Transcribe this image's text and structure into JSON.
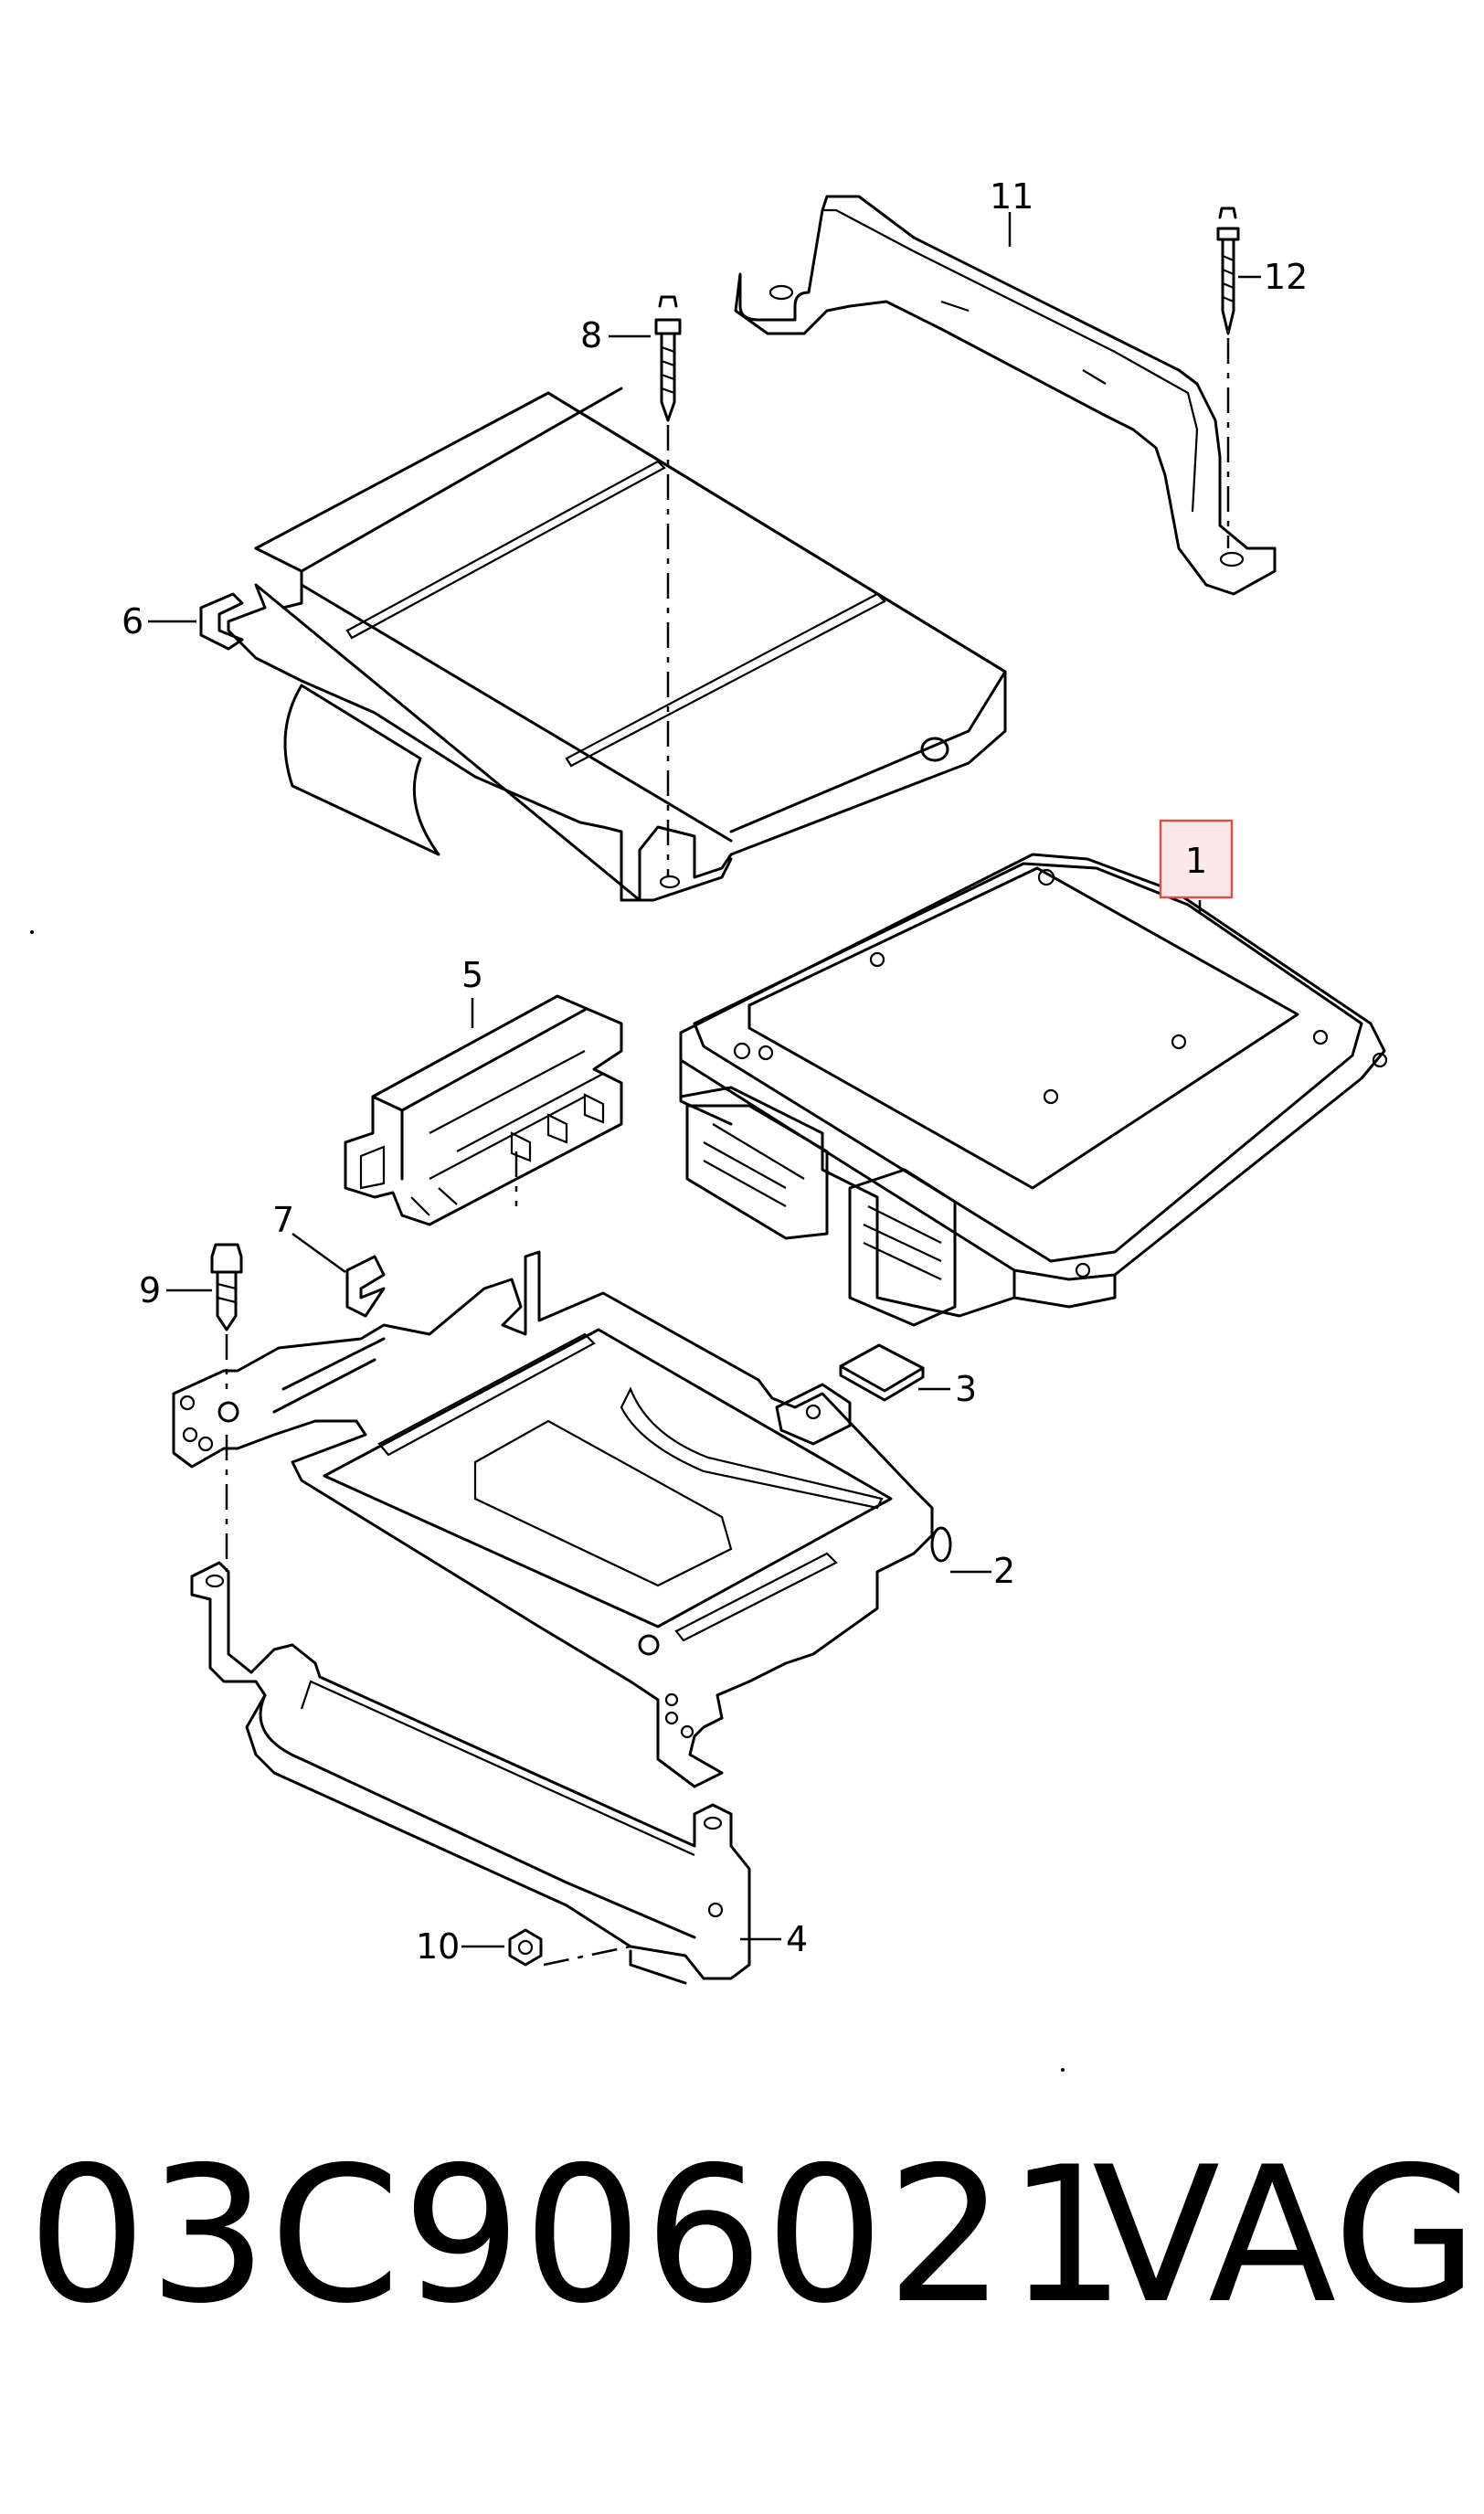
{
  "callouts": {
    "c1": "1",
    "c2": "2",
    "c3": "3",
    "c4": "4",
    "c5": "5",
    "c6": "6",
    "c7": "7",
    "c8": "8",
    "c9": "9",
    "c10": "10",
    "c11": "11",
    "c12": "12"
  },
  "footer": {
    "part_number": "03C906021",
    "brand": "VAG"
  },
  "colors": {
    "highlight_box": "#d9534f",
    "highlight_fill": "#fbe9ea",
    "line": "#000000"
  }
}
